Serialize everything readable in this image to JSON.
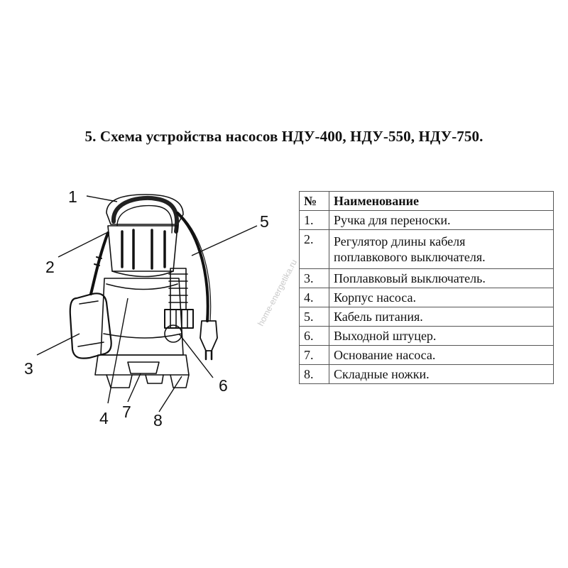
{
  "title": "5. Схема устройства насосов НДУ-400, НДУ-550, НДУ-750.",
  "callouts": [
    "1",
    "2",
    "3",
    "4",
    "5",
    "6",
    "7",
    "8"
  ],
  "table": {
    "headers": [
      "№",
      "Наименование"
    ],
    "rows": [
      {
        "num": "1.",
        "name": [
          "Ручка для переноски."
        ]
      },
      {
        "num": "2.",
        "name": [
          "Регулятор длины кабеля",
          "поплавкового выключателя."
        ]
      },
      {
        "num": "3.",
        "name": [
          "Поплавковый выключатель."
        ]
      },
      {
        "num": "4.",
        "name": [
          "Корпус насоса."
        ]
      },
      {
        "num": "5.",
        "name": [
          "Кабель питания."
        ]
      },
      {
        "num": "6.",
        "name": [
          "Выходной штуцер."
        ]
      },
      {
        "num": "7.",
        "name": [
          "Основание насоса."
        ]
      },
      {
        "num": "8.",
        "name": [
          "Складные ножки."
        ]
      }
    ]
  },
  "watermark": "home-energetika.ru"
}
